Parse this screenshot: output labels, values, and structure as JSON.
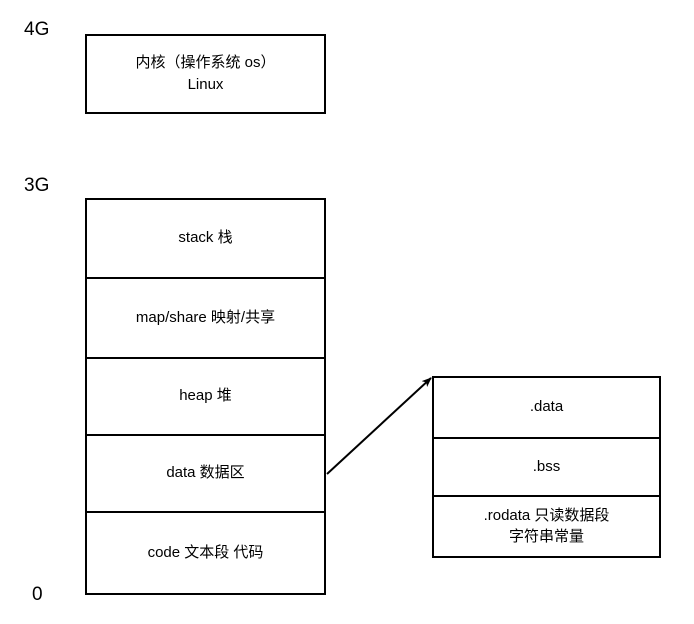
{
  "diagram": {
    "title": "Linux process virtual memory layout",
    "stroke_color": "#000000",
    "background_color": "#ffffff",
    "text_color": "#000000"
  },
  "scale_labels": {
    "top": "4G",
    "middle": "3G",
    "bottom": "0"
  },
  "kernel_box": {
    "text": "内核（操作系统 os）\nLinux"
  },
  "process_box": {
    "rows": [
      {
        "label": "stack 栈"
      },
      {
        "label": "map/share 映射/共享"
      },
      {
        "label": "heap 堆"
      },
      {
        "label": "data 数据区"
      },
      {
        "label": "code 文本段  代码"
      }
    ]
  },
  "segment_box": {
    "rows": [
      {
        "label": ".data"
      },
      {
        "label": ".bss"
      },
      {
        "label": ".rodata 只读数据段\n字符串常量"
      }
    ]
  },
  "connector": {
    "from": "data 数据区",
    "to": ".data",
    "style": "solid-arrow"
  }
}
